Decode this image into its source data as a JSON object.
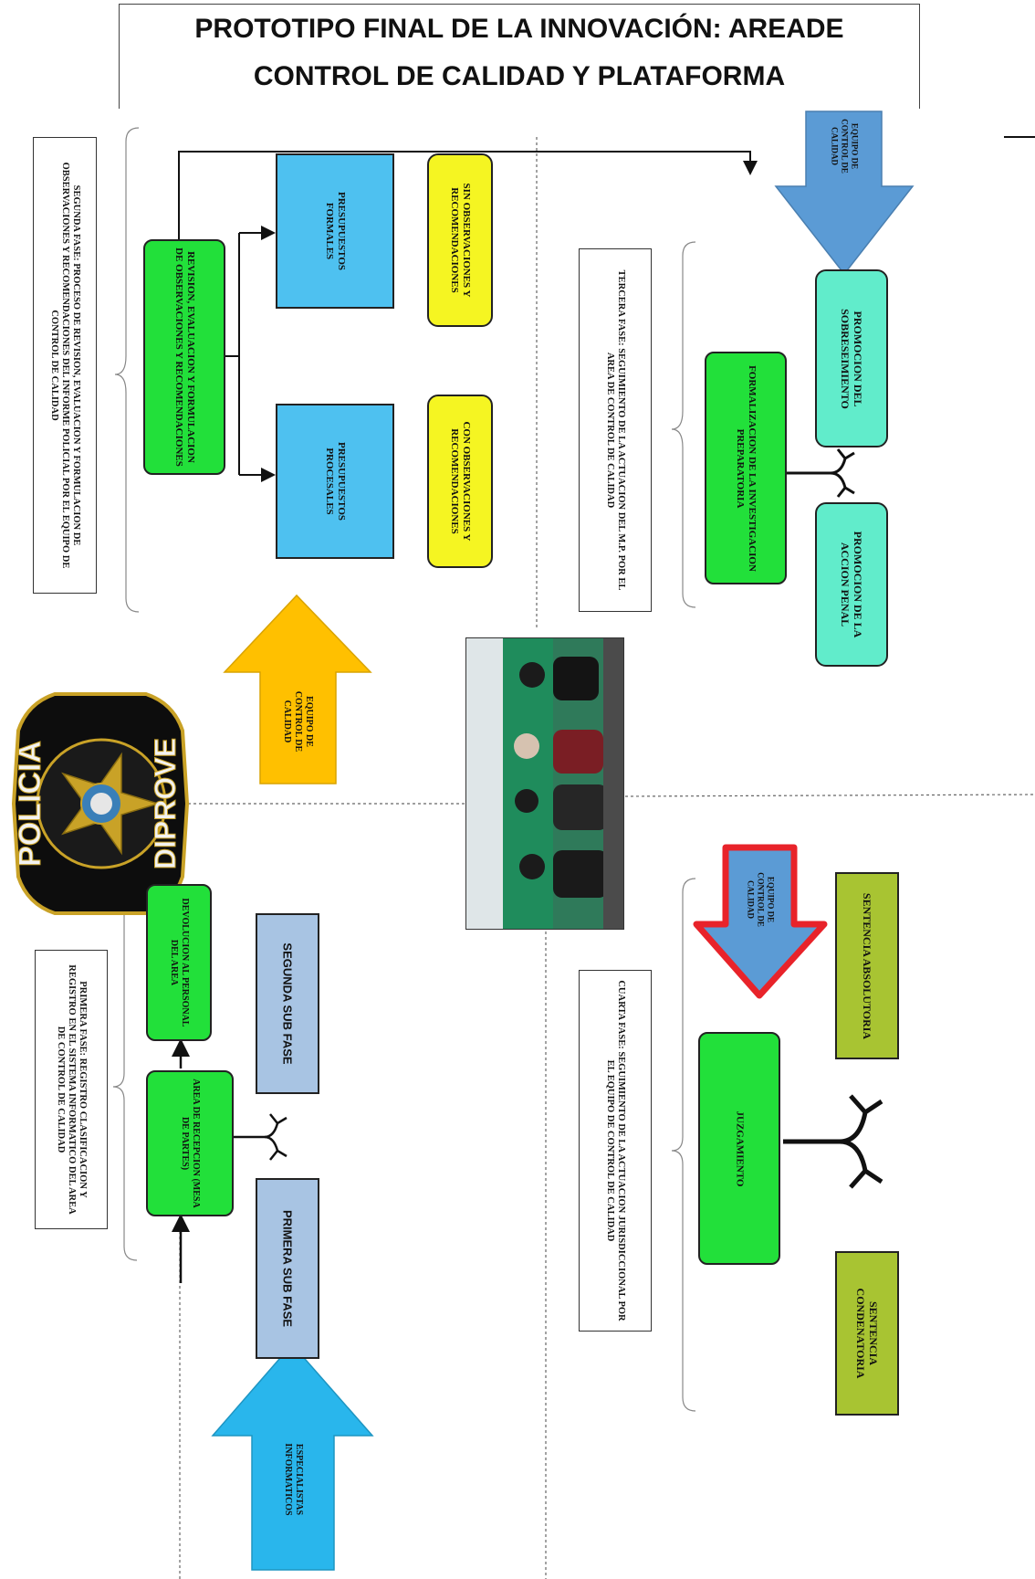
{
  "title": {
    "line1": "PROTOTIPO FINAL DE LA INNOVACIÓN: AREADE",
    "line2": "CONTROL DE CALIDAD Y PLATAFORMA"
  },
  "badge": {
    "top_text": "POLICIA",
    "bottom_text": "DIPROVE"
  },
  "phases": {
    "first": "PRIMERA FASE: REGISTRO CLASIFICACION Y REGISTRO EN EL SISTEMA INFORMATICO DEL AREA DE CONTROL DE CALIDAD",
    "second": "SEGUNDA FASE: PROCESO DE REVISION, EVALUACION Y FORMULACION DE OBSERVACIONES Y RECOMENDACIONES DEL INFORME POLICIAL POR EL EQUIPO DE CONTROL DE CALIDAD",
    "third": "TERCERA FASE: SEGUIMIENTO DE LA ACTUACION DEL M.P. POR EL AREA DE CONTROL DE CALIDAD",
    "fourth": "CUARTA FASE: SEGUIMIENTO DE LA ACTUACION JURISDICCIONAL POR EL EQUIPO DE CONTROL DE CALIDAD"
  },
  "boxes": {
    "revision": "REVISION, EVALUACION Y FORMULACION DE OBSERVACIONES Y RECOMENDACIONES",
    "presupuestos_formales": "PRESUPUESTOS FORMALES",
    "presupuestos_procesales": "PRESUPUESTOS PROCESALES",
    "sin_observaciones": "SIN OBSERVACIONES Y RECOMENDACIONES",
    "con_observaciones": "CON OBSERVACIONES Y RECOMENDACIONES",
    "formalizacion": "FORMALIZACION DE LA INVESTIGACION PREPARATORIA",
    "sobreseimiento": "PROMOCION DEL SOBRESEIMIENTO",
    "accion_penal": "PROMOCION DE LA ACCION PENAL",
    "devolucion": "DEVOLUCION AL PERSONAL DEL AREA",
    "mesa_partes": "AREA DE RECEPCION (MESA DE PARTES)",
    "segunda_sub_fase": "SEGUNDA SUB FASE",
    "primera_sub_fase": "PRIMERA SUB FASE",
    "juzgamiento": "JUZGAMIENTO",
    "absolutoria": "SENTENCIA ABSOLUTORIA",
    "condenatoria": "SENTENCIA CONDENATORIA"
  },
  "arrows": {
    "equipo_top": "EQUIPO DE CONTROL DE CALIDAD",
    "equipo_orange": "EQUIPO DE CONTROL DE CALIDAD",
    "equipo_red": "EQUIPO DE CONTROL DE CALIDAD",
    "especialistas": "ESPECIALISTAS INFORMATICOS"
  },
  "colors": {
    "green": "#22e03a",
    "cyan": "#4ec1f0",
    "yellow": "#f5f522",
    "mint": "#61eccb",
    "olive": "#a8c432",
    "steel": "#a8c4e3",
    "arrow_blue": "#5b9bd5",
    "arrow_orange": "#ffc000",
    "arrow_cyan": "#29b6ec",
    "arrow_red_outline": "#e8232a"
  }
}
